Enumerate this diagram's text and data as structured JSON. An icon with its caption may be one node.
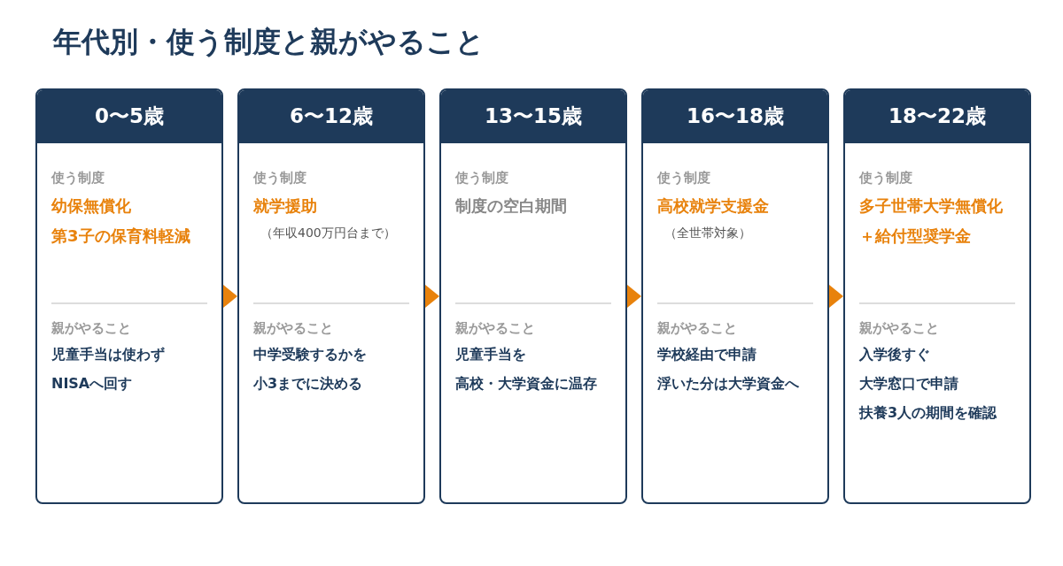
{
  "diagram": {
    "title": "年代別・使う制度と親がやること",
    "nodes": [
      {
        "text": [
          "0〜5歳",
          "使う制度",
          "幼保無償化",
          "第3子の保育料軽減",
          "親がやること",
          "児童手当は使わず",
          "NISAへ回す"
        ]
      },
      {
        "text": [
          "6〜12歳",
          "使う制度",
          "就学援助",
          "（年収400万円台まで）",
          "親がやること",
          "中学受験するかを",
          "小3までに決める"
        ]
      },
      {
        "text": [
          "13〜15歳",
          "使う制度",
          "制度の空白期間",
          "親がやること",
          "児童手当を",
          "高校・大学資金に温存"
        ]
      },
      {
        "text": [
          "16〜18歳",
          "使う制度",
          "高校就学支援金",
          "（全世帯対象）",
          "親がやること",
          "学校経由で申請",
          "浮いた分は大学資金へ"
        ]
      },
      {
        "text": [
          "18〜22歳",
          "使う制度",
          "多子世帯大学無償化",
          "＋給付型奨学金",
          "親がやること",
          "入学後すぐ",
          "大学窓口で申請",
          "扶養3人の期間を確認"
        ]
      }
    ],
    "edges": [
      {
        "from": 0,
        "to": 1,
        "arrow": "to"
      },
      {
        "from": 1,
        "to": 2,
        "arrow": "to"
      },
      {
        "from": 2,
        "to": 3,
        "arrow": "to"
      },
      {
        "from": 3,
        "to": 4,
        "arrow": "to"
      }
    ]
  }
}
